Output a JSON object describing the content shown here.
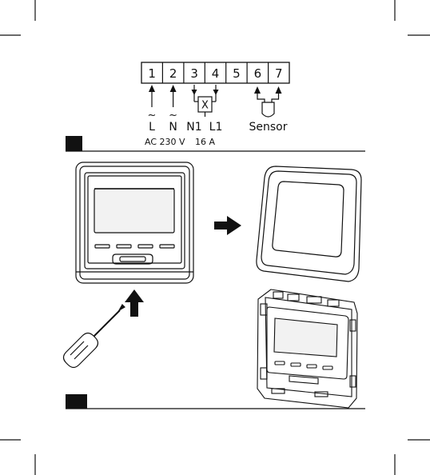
{
  "wiring": {
    "terminals": [
      "1",
      "2",
      "3",
      "4",
      "5",
      "6",
      "7"
    ],
    "relay_symbol": "X",
    "tilde": "~",
    "labels": {
      "L": "L",
      "N": "N",
      "N1": "N1",
      "L1": "L1",
      "sensor": "Sensor"
    },
    "spec_voltage": "AC 230 V",
    "spec_current": "16 A"
  },
  "icons": [
    "crop-marks",
    "section-marker-square",
    "thermostat-front-icon",
    "thermostat-frame-icon",
    "thermostat-base-open-icon",
    "screwdriver-icon",
    "arrow-up-icon",
    "arrow-right-icon",
    "sensor-probe-icon"
  ],
  "colors": {
    "ink": "#111111",
    "paper": "#ffffff",
    "screen": "#f2f2f2"
  }
}
